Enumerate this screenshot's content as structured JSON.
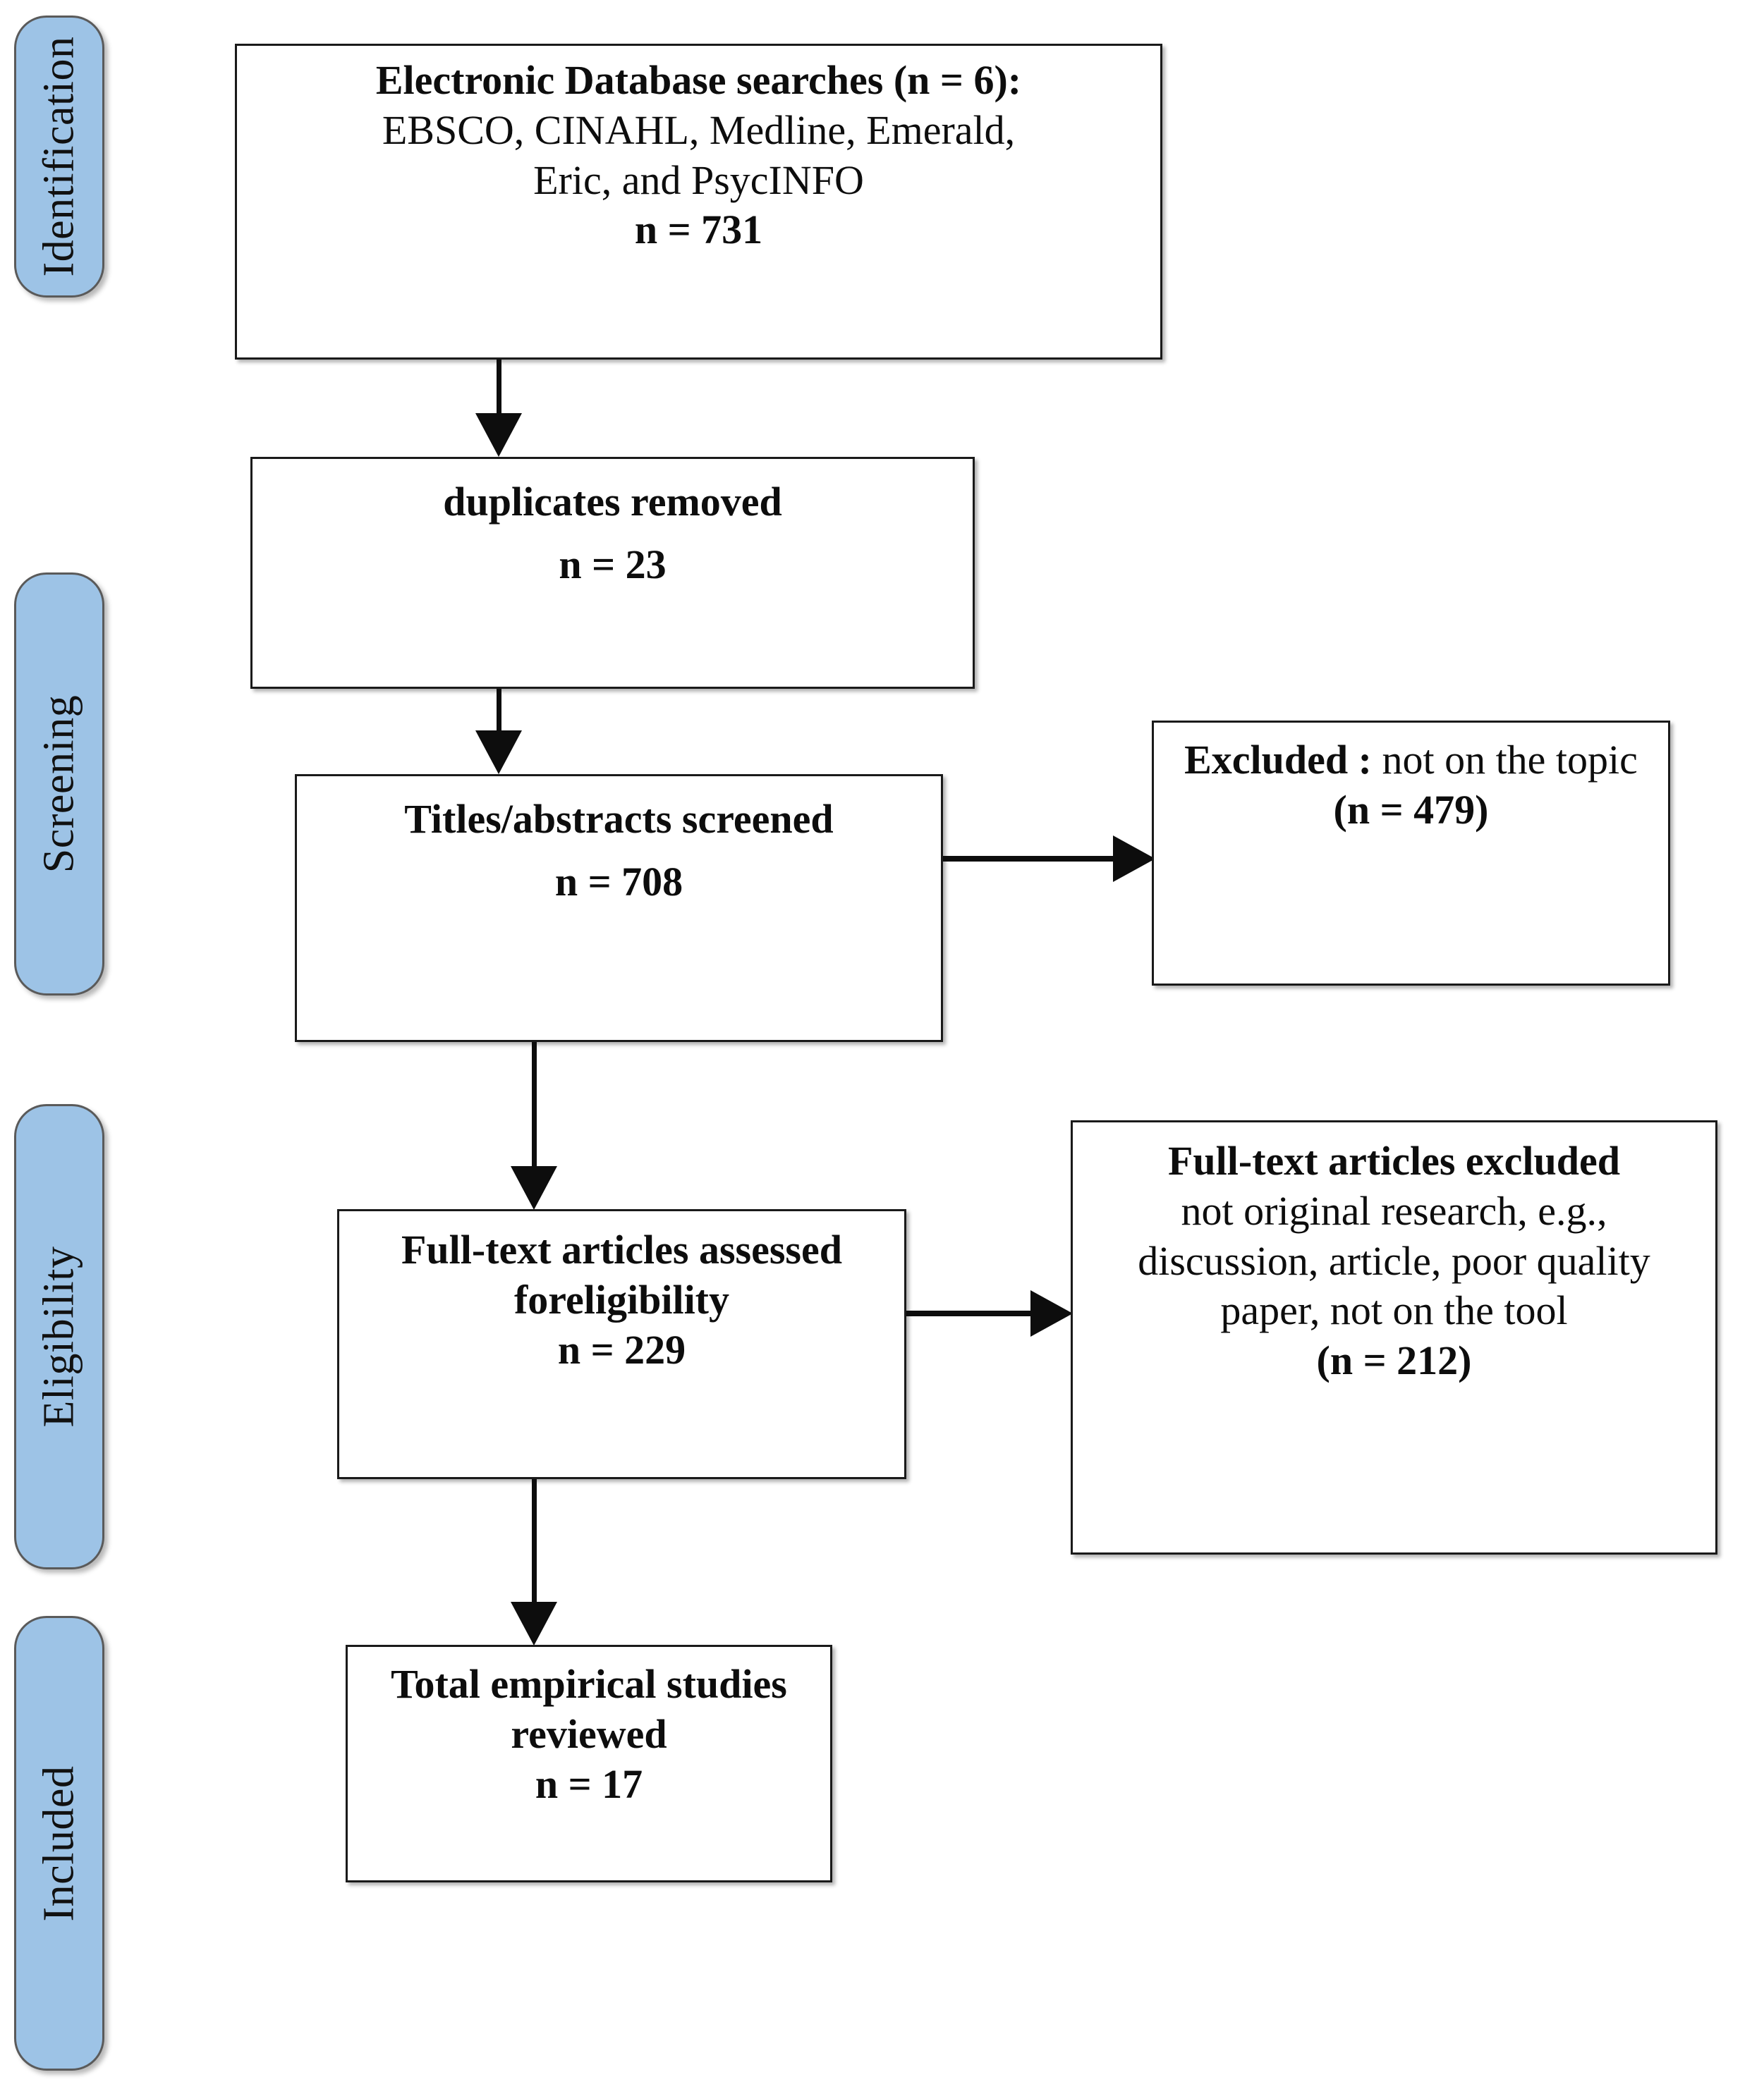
{
  "diagram": {
    "type": "prisma-flow-diagram",
    "accent_color": "#9DC3E6",
    "line_color": "#0d0d0d",
    "background": "#ffffff"
  },
  "stages": [
    {
      "id": "identification",
      "label": "Identification"
    },
    {
      "id": "screening",
      "label": "Screening"
    },
    {
      "id": "eligibility",
      "label": "Eligibility"
    },
    {
      "id": "included",
      "label": "Included"
    }
  ],
  "flow_boxes": {
    "identification": {
      "title": "Electronic Database searches (n = 6):",
      "sources_line1": "EBSCO, CINAHL, Medline, Emerald,",
      "sources_line2": "Eric, and PsycINFO",
      "count": "n = 731"
    },
    "duplicates": {
      "title": "duplicates removed",
      "count": "n = 23"
    },
    "screened": {
      "title": "Titles/abstracts screened",
      "count": "n = 708"
    },
    "assessed": {
      "title_line1": "Full-text articles assessed",
      "title_line2": "foreligibility",
      "count": "n = 229"
    },
    "included": {
      "title_line1": "Total empirical studies",
      "title_line2": "reviewed",
      "count": "n = 17"
    }
  },
  "exclusion_boxes": {
    "screening_excluded": {
      "label_bold": "Excluded :",
      "label_reason": " not on the topic",
      "count": "(n = 479)"
    },
    "fulltext_excluded": {
      "title": "Full-text articles excluded",
      "reason_line1": "not original research, e.g.,",
      "reason_line2": "discussion, article, poor quality",
      "reason_line3": "paper, not on the tool",
      "count": "(n = 212)"
    }
  },
  "chart_data": {
    "type": "diagram",
    "title": "PRISMA study selection flow",
    "nodes": [
      {
        "stage": "Identification",
        "label": "Electronic Database searches (n = 6): EBSCO, CINAHL, Medline, Emerald, Eric, and PsycINFO",
        "n": 731
      },
      {
        "stage": "Identification",
        "label": "duplicates removed",
        "n": 23
      },
      {
        "stage": "Screening",
        "label": "Titles/abstracts screened",
        "n": 708
      },
      {
        "stage": "Screening",
        "label": "Excluded : not on the topic",
        "n": 479
      },
      {
        "stage": "Eligibility",
        "label": "Full-text articles assessed foreligibility",
        "n": 229
      },
      {
        "stage": "Eligibility",
        "label": "Full-text articles excluded not original research, e.g., discussion, article, poor quality paper, not on the tool",
        "n": 212
      },
      {
        "stage": "Included",
        "label": "Total empirical studies reviewed",
        "n": 17
      }
    ],
    "edges": [
      {
        "from": "Electronic Database searches",
        "to": "duplicates removed"
      },
      {
        "from": "duplicates removed",
        "to": "Titles/abstracts screened"
      },
      {
        "from": "Titles/abstracts screened",
        "to": "Excluded : not on the topic"
      },
      {
        "from": "Titles/abstracts screened",
        "to": "Full-text articles assessed foreligibility"
      },
      {
        "from": "Full-text articles assessed foreligibility",
        "to": "Full-text articles excluded"
      },
      {
        "from": "Full-text articles assessed foreligibility",
        "to": "Total empirical studies reviewed"
      }
    ]
  }
}
